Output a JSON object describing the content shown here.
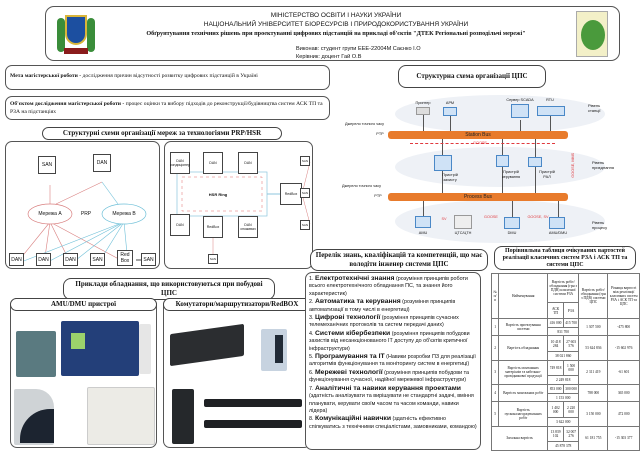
{
  "header": {
    "ministry": "МІНІСТЕРСТВО ОСВІТИ І НАУКИ УКРАЇНИ",
    "university": "НАЦІОНАЛЬНИЙ УНІВЕРСИТЕТ БІОРЕСУРСІВ І ПРИРОДОКОРИСТУВАННЯ УКРАЇНИ",
    "title": "Обґрунтування технічних рішень при проектуванні цифрових підстанцій на прикладі об'єктів \"ДТЕК Регіональні розподільчі мережі\"",
    "author": "Виконав: студент групи ЕЕЕ-22004М Саєнко І.О",
    "supervisor": "Керівник: доцент Гай О.В"
  },
  "goal": {
    "label": "Мета магістерської роботи -",
    "text": " дослідження причин відсутності розвитку цифрових підстанцій в Україні"
  },
  "object": {
    "label": "Об'єктом дослідження магістерської роботи -",
    "text": " процес оцінки та вибору підходів до реконструкції/будівництва систем АСК ТП та РЗА на підстанціях"
  },
  "prp_hsr": {
    "title": "Структурні схеми організації мереж за технологіями PRP/HSR",
    "prp": {
      "san_top": "SAN",
      "dan_top": "DAN",
      "net_a": "Мережа А",
      "net_b": "Мережа В",
      "prp": "PRP",
      "bottom": [
        "DAN",
        "DAN",
        "DAN",
        "SAN",
        "Red Box",
        "SAN"
      ]
    },
    "hsr": {
      "ring": "HSR Ring",
      "top": [
        "DAN кондиціонер",
        "DAN",
        "DAN"
      ],
      "bottom": [
        "DAN",
        "RedBox",
        "DAN споживач"
      ],
      "redbox": "RedBox",
      "san": [
        "SAN",
        "SAN",
        "SAN"
      ],
      "san_bottom": "SAN"
    }
  },
  "equipment": {
    "title": "Приклади обладнання, що використовуються при побудові ЦПС",
    "amu_title": "AMU/DMU пристрої",
    "switch_title": "Комутатори/маршрутизатори/RedBOX"
  },
  "structure": {
    "title": "Структурна схема організації ЦПС",
    "station": {
      "devices": [
        "Принтер",
        "АРМ",
        "Сервер SCADA",
        "RTU"
      ],
      "level": "Рівень станції"
    },
    "station_bus": "Station Bus",
    "process_bus": "Process Bus",
    "goose": "GOOSE",
    "goose_mms": "GOOSE, MMS",
    "time1": "Джерело точного часу",
    "ptp": "PTP",
    "bay": {
      "devices": [
        "Пристрій захисту",
        "Пристрій керування",
        "Пристрій РАЛ"
      ],
      "level": "Рівень приєднання"
    },
    "process": {
      "devices": [
        "AMU",
        "ЦТС/ЦТН",
        "DMU",
        "AMU/DMU"
      ],
      "signals": [
        "SV",
        "GOOSE",
        "GOOSE, SV"
      ],
      "level": "Рівень процесу"
    }
  },
  "competences": {
    "title": "Перелік знань, кваліфікацій та компетенцій, що має володіти інженер системи ЦПС",
    "items": [
      {
        "n": "1. ",
        "head": "Електротехнічні знання",
        "text": " (розуміння принципів роботи всього електротехнічного обладнання ПС, та знання його характеристик)"
      },
      {
        "n": "2. ",
        "head": "Автоматика та керування",
        "text": " (розуміння принципів автоматизації в тому числі в енергетиці)"
      },
      {
        "n": "3. ",
        "head": "Цифрові технології",
        "text": " (розуміння принципів сучасних телемеханічних протоколів та систем передачі даних)"
      },
      {
        "n": "4. ",
        "head": "Системи кібербезпеки",
        "text": " (розуміння принципів побудови захистів від несанкціонованого ІТ доступу до об'єктів критичної інфраструктури)"
      },
      {
        "n": "5. ",
        "head": "Програмування та ІТ",
        "text": " (Навики розробки ПЗ для реалізації алгоритмів функціонування та моніторингу систем в енергетиці)"
      },
      {
        "n": "6. ",
        "head": "Мережеві технології",
        "text": " (розуміння принципів побудови та функціонування сучасної, надійної мережевої інфраструктури)"
      },
      {
        "n": "7. ",
        "head": "Аналітичні та навики керування проектами",
        "text": " (здатність аналізувати та вирішувати не стандартні задачі, вміння планувати, керувати своїм часом та часом команди, навики лідера)"
      },
      {
        "n": "8. ",
        "head": "Комунікаційні навички",
        "text": " (здатність ефективно спілкуватись з технічними спеціалістами, замовниками, командою)"
      }
    ]
  },
  "comparison": {
    "title": "Порівняльна таблиця очікуваних вартостей реалізації класичних систем РЗА і АСК ТП та системи ЦПС",
    "headers": {
      "num": "№ п/п",
      "name": "Найменування",
      "classic": "Вартість робіт/обладнання (грн з ПДВ) класичної системи РЗА",
      "ask": "АСК ТП",
      "rza": "РЗА",
      "cps": "Вартість робіт/ обладнання (грн з ПДВ) системи ЦПС",
      "diff": "Різниця вартості між реалізації класичних систем РЗА і АСК ТП та ЦПС"
    },
    "rows": [
      {
        "n": "1",
        "name": "Вартість проектування системи",
        "ask": "416 000",
        "rza": "415 700",
        "sum": "831 700",
        "cps": "1 307 500",
        "diff": "-475 800"
      },
      {
        "n": "2",
        "name": "Вартість обладнання",
        "ask": "10 418 284",
        "rza": "27 603 576",
        "sum": "38 021 860",
        "cps": "53 624 836",
        "diff": "-15 602 976"
      },
      {
        "n": "3",
        "name": "Вартість монтажних матеріалів та кабельно-провідникової продукції",
        "ask": "749 818",
        "rza": "1 500 000",
        "sum": "2 249 818",
        "cps": "2 311 419",
        "diff": "-61 601"
      },
      {
        "n": "4",
        "name": "Вартість монтажних робіт",
        "ask": "853 000",
        "rza": "300 000",
        "sum": "1 153 000",
        "cps": "788 000",
        "diff": "365 000"
      },
      {
        "n": "5",
        "name": "Вартість пусконалагоджувальних робіт",
        "ask": "1 402 000",
        "rza": "2 220 000",
        "sum": "3 622 000",
        "cps": "3 150 000",
        "diff": "472 000"
      }
    ],
    "total": {
      "name": "Загальна вартість",
      "ask": "13 839 102",
      "rza": "32 007 276",
      "sum": "45 878 378",
      "cps": "61 181 755",
      "diff": "-15 303 377"
    }
  }
}
